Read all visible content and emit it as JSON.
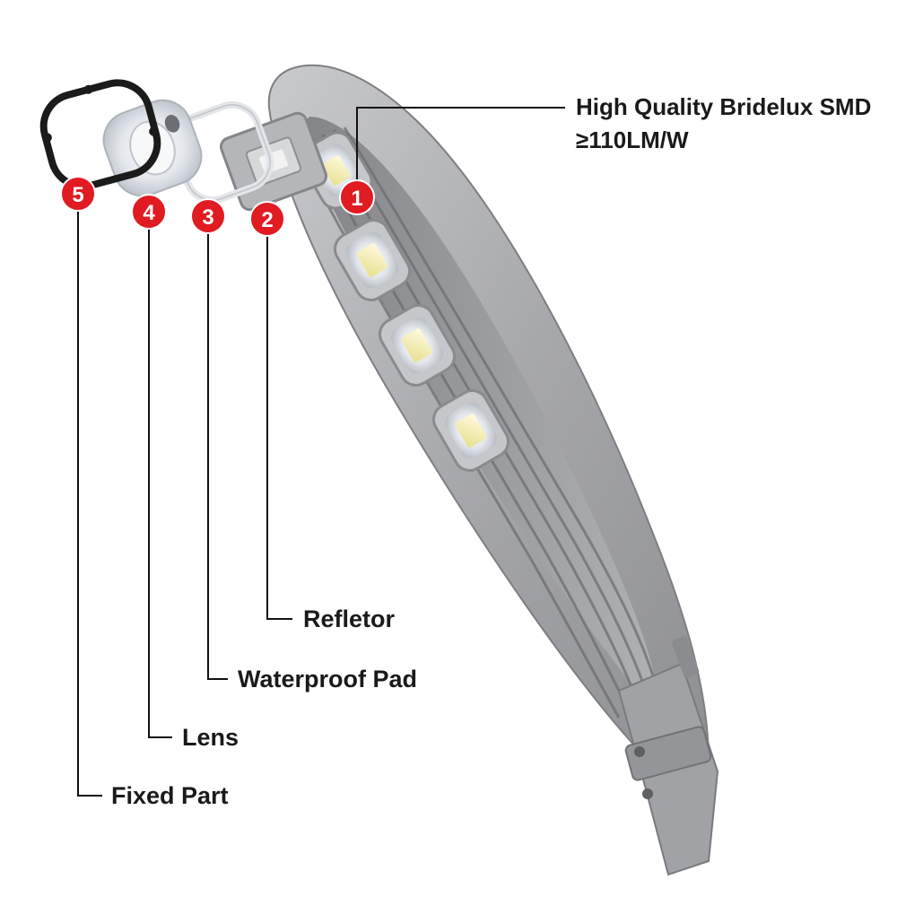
{
  "parts": [
    {
      "number": "1",
      "label_line1": "High Quality Bridelux SMD",
      "label_line2": "≥110LM/W"
    },
    {
      "number": "2",
      "label_line1": "Refletor"
    },
    {
      "number": "3",
      "label_line1": "Waterproof Pad"
    },
    {
      "number": "4",
      "label_line1": "Lens"
    },
    {
      "number": "5",
      "label_line1": "Fixed Part"
    }
  ],
  "colors": {
    "badge": "#e01b22",
    "leader_line": "#111111",
    "housing": "#a9aaad",
    "led_chip": "#f3f0c4"
  }
}
